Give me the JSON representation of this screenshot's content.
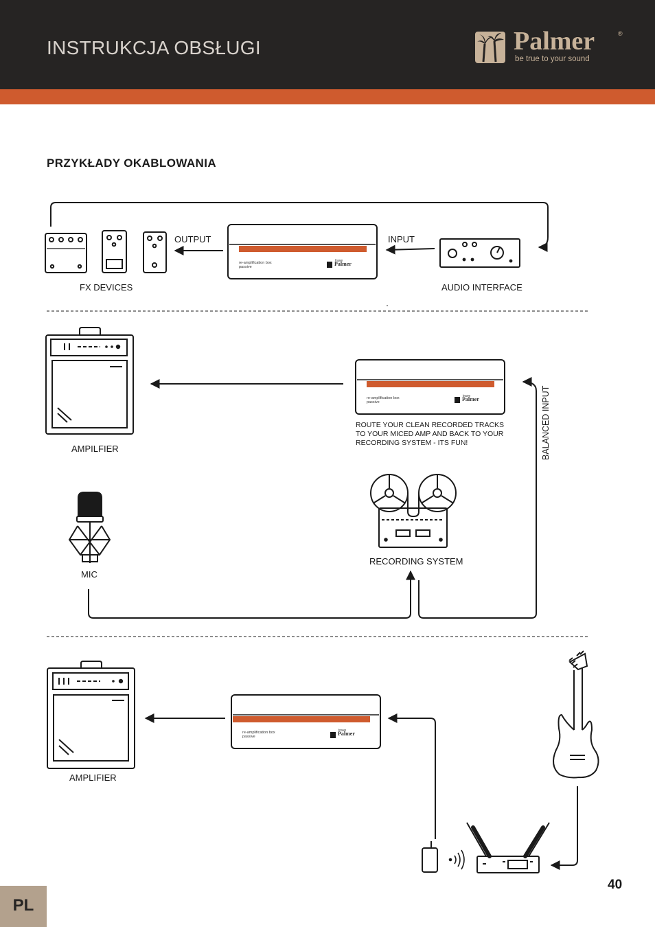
{
  "header": {
    "title": "INSTRUKCJA OBSŁUGI"
  },
  "logo": {
    "name": "Palmer",
    "tagline": "be true to your sound",
    "registered": "®"
  },
  "section_title": "PRZYKŁADY OKABLOWANIA",
  "device": {
    "line1": "re-amplification box",
    "line2": "passive",
    "brand_small": "trave",
    "brand": "Palmer"
  },
  "diagram1": {
    "output_label": "OUTPUT",
    "input_label": "INPUT",
    "fx_label": "FX DEVICES",
    "interface_label": "AUDIO INTERFACE"
  },
  "diagram2": {
    "amp_label": "AMPILFIER",
    "mic_label": "MIC",
    "recording_label": "RECORDING SYSTEM",
    "balanced_label": "BALANCED INPUT",
    "note": "ROUTE YOUR CLEAN RECORDED TRACKS TO YOUR MICED AMP AND BACK TO YOUR RECORDING SYSTEM - ITS FUN!"
  },
  "diagram3": {
    "amp_label": "AMPLIFIER"
  },
  "footer": {
    "lang": "PL",
    "page": "40"
  },
  "colors": {
    "header_bg": "#262423",
    "accent": "#cf5b2e",
    "logo": "#c7b299",
    "lang_box": "#b3a18d"
  }
}
